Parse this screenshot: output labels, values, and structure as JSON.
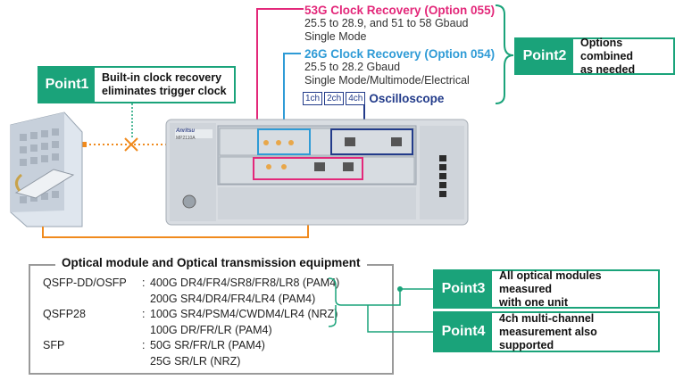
{
  "point1": {
    "tag": "Point1",
    "text_line1": "Built-in clock recovery",
    "text_line2": "eliminates trigger clock"
  },
  "point2": {
    "tag": "Point2",
    "text_line1": "Options combined",
    "text_line2": "as needed"
  },
  "point3": {
    "tag": "Point3",
    "text_line1": "All optical modules measured",
    "text_line2": "with one unit"
  },
  "point4": {
    "tag": "Point4",
    "text_line1": "4ch multi-channel",
    "text_line2": "measurement also supported"
  },
  "opt055": {
    "title": "53G Clock Recovery (Option 055)",
    "line1": "25.5 to 28.9, and 51 to 58 Gbaud",
    "line2": "Single Mode",
    "color": "#e3287a"
  },
  "opt054": {
    "title": "26G Clock Recovery (Option 054)",
    "line1": "25.5 to 28.2 Gbaud",
    "line2": "Single Mode/Multimode/Electrical",
    "color": "#2f9bd6"
  },
  "oscilloscope": {
    "ch1": "1ch",
    "ch2": "2ch",
    "ch4": "4ch",
    "label": "Oscilloscope",
    "color": "#223b8a"
  },
  "instrument": {
    "brand": "Anritsu",
    "model": "MP2110A"
  },
  "equipment": {
    "title": "Optical module and Optical transmission equipment",
    "rows": [
      {
        "type": "QSFP-DD/OSFP",
        "sep": ":",
        "spec": "400G DR4/FR4/SR8/FR8/LR8 (PAM4)"
      },
      {
        "type": "",
        "sep": "",
        "spec": "200G SR4/DR4/FR4/LR4 (PAM4)"
      },
      {
        "type": "QSFP28",
        "sep": ":",
        "spec": "100G SR4/PSM4/CWDM4/LR4 (NRZ)"
      },
      {
        "type": "",
        "sep": "",
        "spec": "100G DR/FR/LR (PAM4)"
      },
      {
        "type": "SFP",
        "sep": ":",
        "spec": "50G SR/FR/LR (PAM4)"
      },
      {
        "type": "",
        "sep": "",
        "spec": "25G SR/LR (NRZ)"
      }
    ]
  },
  "colors": {
    "green": "#1aa37a",
    "orange": "#f08a1d",
    "magenta": "#e3287a",
    "cyan": "#2f9bd6",
    "navy": "#223b8a"
  }
}
